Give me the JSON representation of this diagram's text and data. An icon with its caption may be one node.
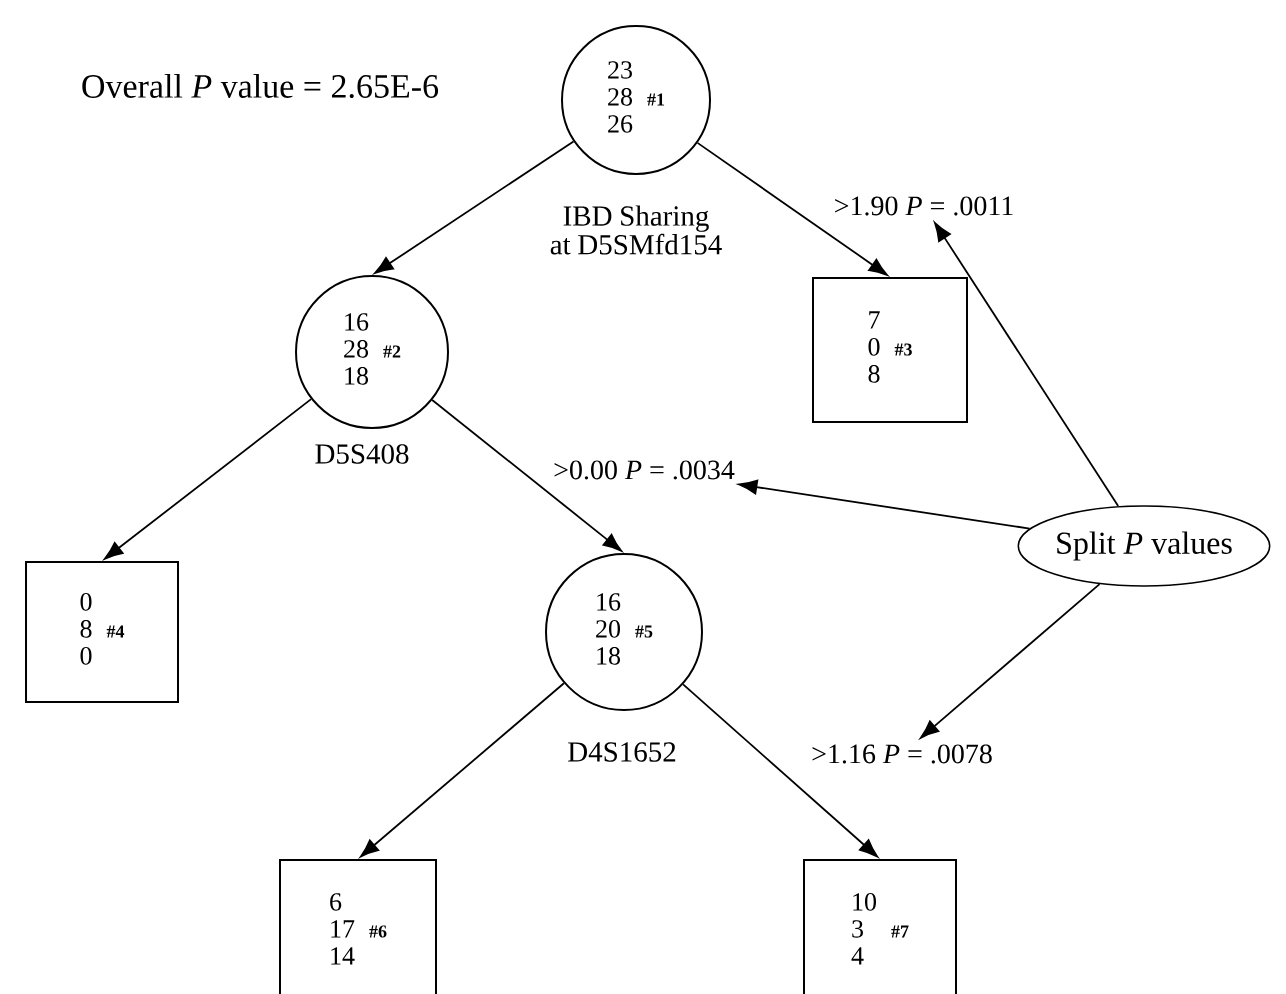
{
  "diagram": {
    "nodes": [
      {
        "text": [
          "23",
          "28",
          "26",
          "#1"
        ],
        "beside": [
          "IBD Sharing at D5SMfd154"
        ]
      },
      {
        "text": [
          "16",
          "28",
          "18",
          "#2"
        ],
        "beside": [
          "D5S408"
        ]
      },
      {
        "text": [
          "7",
          "0",
          "8",
          "#3"
        ]
      },
      {
        "text": [
          "0",
          "8",
          "0",
          "#4"
        ]
      },
      {
        "text": [
          "16",
          "20",
          "18",
          "#5"
        ],
        "beside": [
          "D4S1652"
        ]
      },
      {
        "text": [
          "6",
          "17",
          "14",
          "#6"
        ]
      },
      {
        "text": [
          "10",
          "3",
          "4",
          "#7"
        ]
      },
      {
        "text": [
          "Split *P* values"
        ]
      },
      {
        "text": [
          ">1.90   *P* = .0011"
        ]
      },
      {
        "text": [
          ">0.00   *P* = .0034"
        ]
      },
      {
        "text": [
          ">1.16   *P* = .0078"
        ]
      }
    ],
    "edges": [
      {
        "from": 0,
        "to": 1,
        "arrow": "to"
      },
      {
        "from": 0,
        "to": 2,
        "arrow": "to"
      },
      {
        "from": 1,
        "to": 3,
        "arrow": "to"
      },
      {
        "from": 1,
        "to": 4,
        "arrow": "to"
      },
      {
        "from": 4,
        "to": 5,
        "arrow": "to"
      },
      {
        "from": 4,
        "to": 6,
        "arrow": "to"
      },
      {
        "from": 7,
        "to": 8,
        "arrow": "to"
      },
      {
        "from": 7,
        "to": 9,
        "arrow": "to"
      },
      {
        "from": 7,
        "to": 10,
        "arrow": "to"
      }
    ],
    "labels": [
      "Overall *P* value = 2.65E-6"
    ]
  }
}
